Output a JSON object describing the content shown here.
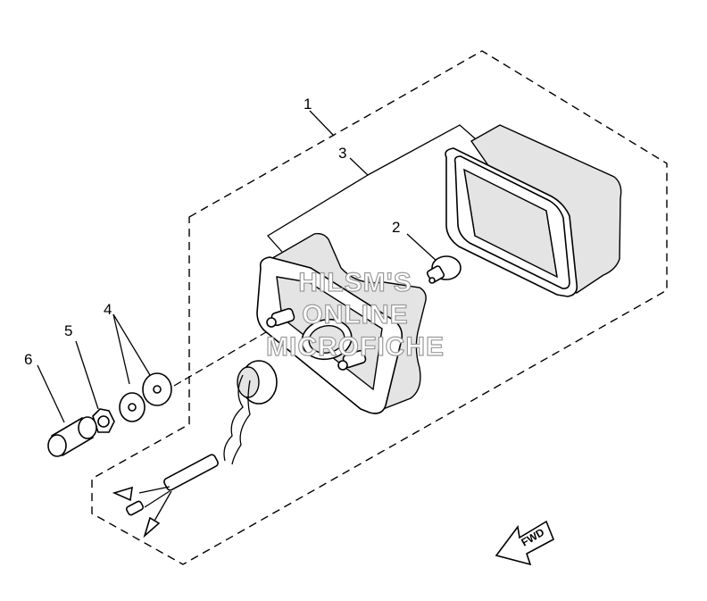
{
  "callouts": {
    "c1": "1",
    "c2": "2",
    "c3": "3",
    "c4": "4",
    "c5": "5",
    "c6": "6"
  },
  "watermark": {
    "line1": "HILSM'S",
    "line2": "ONLINE",
    "line3": "MICROFICHE"
  },
  "direction_arrow": {
    "label": "FWD"
  }
}
